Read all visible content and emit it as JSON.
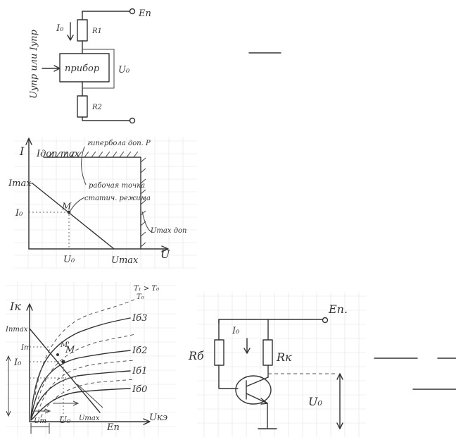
{
  "circuit1": {
    "supply_label": "Eп",
    "current_label": "I₀",
    "r1_label": "R1",
    "r2_label": "R2",
    "device_label": "прибор",
    "voltage_label": "U₀",
    "control_label": "Uупр или Iупр"
  },
  "graph1": {
    "y_axis_label": "I",
    "imax_dop_label": "Iдоп max",
    "hyperbola_label": "гипербола доп. P",
    "imax_label": "Imax",
    "point_label": "M",
    "work_point_label_1": "рабочая точка",
    "work_point_label_2": "статич. режима",
    "i0_label": "I₀",
    "umax_dop_label": "Umax доп",
    "u0_label": "U₀",
    "umax_label": "Umax",
    "x_axis_label": "U"
  },
  "graph2": {
    "y_axis_label": "Iк",
    "temp_label_1": "T₁ > T₀",
    "temp_label_2": "T₀",
    "ib3_label": "Iб3",
    "ib2_label": "Iб2",
    "ib1_label": "Iб1",
    "ib0_label": "Iб0",
    "ipmax_label": "Iпmax",
    "im_label": "Im",
    "i0_label": "I₀",
    "point_m_label": "M",
    "point_m1_label": "M'",
    "x_axis_label": "Uкэ",
    "um_label": "Um",
    "u0_label": "U₀",
    "umax_label": "Umax",
    "ep_label": "Eп"
  },
  "circuit2": {
    "supply_label": "Eп.",
    "current_label": "I₀",
    "rb_label": "Rб",
    "rk_label": "Rк",
    "u0_label": "U₀"
  }
}
